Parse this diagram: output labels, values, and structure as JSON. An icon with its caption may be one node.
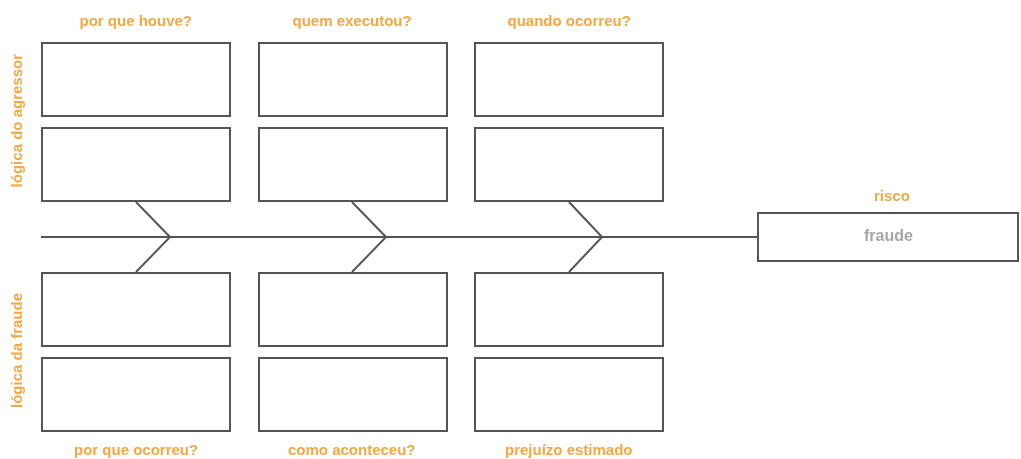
{
  "diagram": {
    "nodes": [
      {
        "text": [],
        "shape": "box"
      },
      {
        "text": [],
        "shape": "box"
      },
      {
        "text": [],
        "shape": "box"
      },
      {
        "text": [],
        "shape": "box"
      },
      {
        "text": [],
        "shape": "box"
      },
      {
        "text": [],
        "shape": "box"
      },
      {
        "text": [],
        "shape": "box"
      },
      {
        "text": [],
        "shape": "box"
      },
      {
        "text": [],
        "shape": "box"
      },
      {
        "text": [],
        "shape": "box"
      },
      {
        "text": [],
        "shape": "box"
      },
      {
        "text": [],
        "shape": "box"
      },
      {
        "text": [
          "risco",
          "fraude"
        ]
      }
    ],
    "edges": [
      {
        "from": null,
        "to": 12,
        "arrow": "none"
      },
      {
        "from": 3,
        "to": 12,
        "arrow": "none"
      },
      {
        "from": 4,
        "to": 12,
        "arrow": "none"
      },
      {
        "from": 5,
        "to": 12,
        "arrow": "none"
      },
      {
        "from": 6,
        "to": 12,
        "arrow": "none"
      },
      {
        "from": 7,
        "to": 12,
        "arrow": "none"
      },
      {
        "from": 8,
        "to": 12,
        "arrow": "none"
      }
    ],
    "labels": [
      "por que houve?",
      "quem executou?",
      "quando ocorreu?",
      "lógica do agressor",
      "lógica da fraude",
      "por que ocorreu?",
      "como aconteceu?",
      "prejuízo estimado"
    ]
  }
}
